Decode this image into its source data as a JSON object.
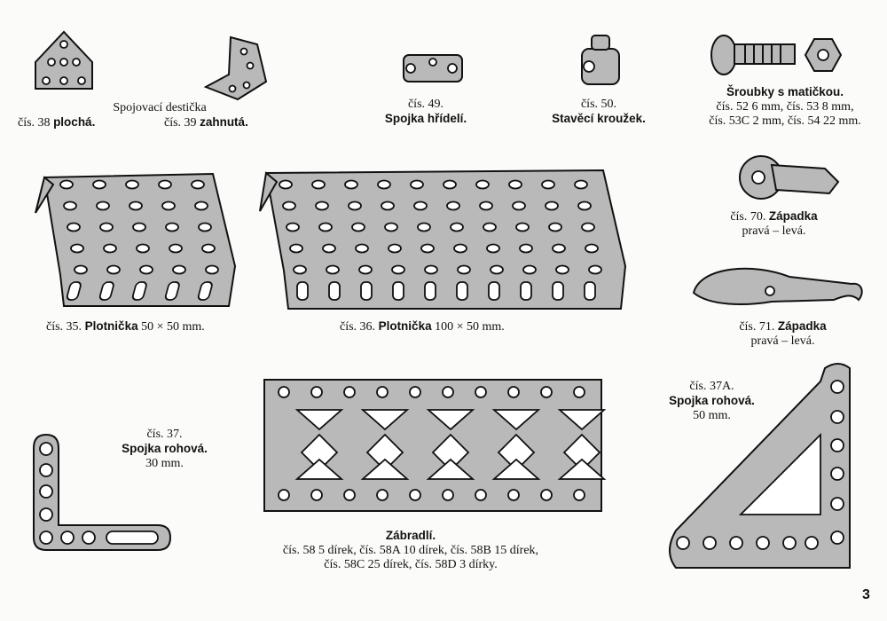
{
  "items": {
    "connector_plate": {
      "title": "Spojovací destička",
      "no38": "čís. 38",
      "no38_name": "plochá.",
      "no39": "čís. 39",
      "no39_name": "zahnutá."
    },
    "shaft_coupling": {
      "number": "čís. 49.",
      "name": "Spojka hřídelí."
    },
    "collar": {
      "number": "čís. 50.",
      "name": "Stavěcí kroužek."
    },
    "bolts": {
      "name": "Šroubky s matičkou.",
      "line1": "čís. 52 6 mm, čís. 53 8 mm,",
      "line2": "čís. 53C 2 mm, čís. 54 22 mm."
    },
    "pawl70": {
      "number": "čís. 70.",
      "name": "Západka",
      "variant": "pravá – levá."
    },
    "plate35": {
      "number": "čís. 35.",
      "name": "Plotnička",
      "size": "50 × 50 mm."
    },
    "plate36": {
      "number": "čís. 36.",
      "name": "Plotnička",
      "size": "100 × 50 mm."
    },
    "pawl71": {
      "number": "čís. 71.",
      "name": "Západka",
      "variant": "pravá – levá."
    },
    "corner37a": {
      "number": "čís. 37A.",
      "name": "Spojka rohová.",
      "size": "50 mm."
    },
    "corner37": {
      "number": "čís. 37.",
      "name": "Spojka rohová.",
      "size": "30 mm."
    },
    "railing": {
      "name": "Zábradlí.",
      "line1": "čís. 58 5 dírek, čís. 58A 10 dírek, čís. 58B 15 dírek,",
      "line2": "čís. 58C 25 dírek, čís. 58D 3 dírky."
    }
  },
  "page_number": "3"
}
